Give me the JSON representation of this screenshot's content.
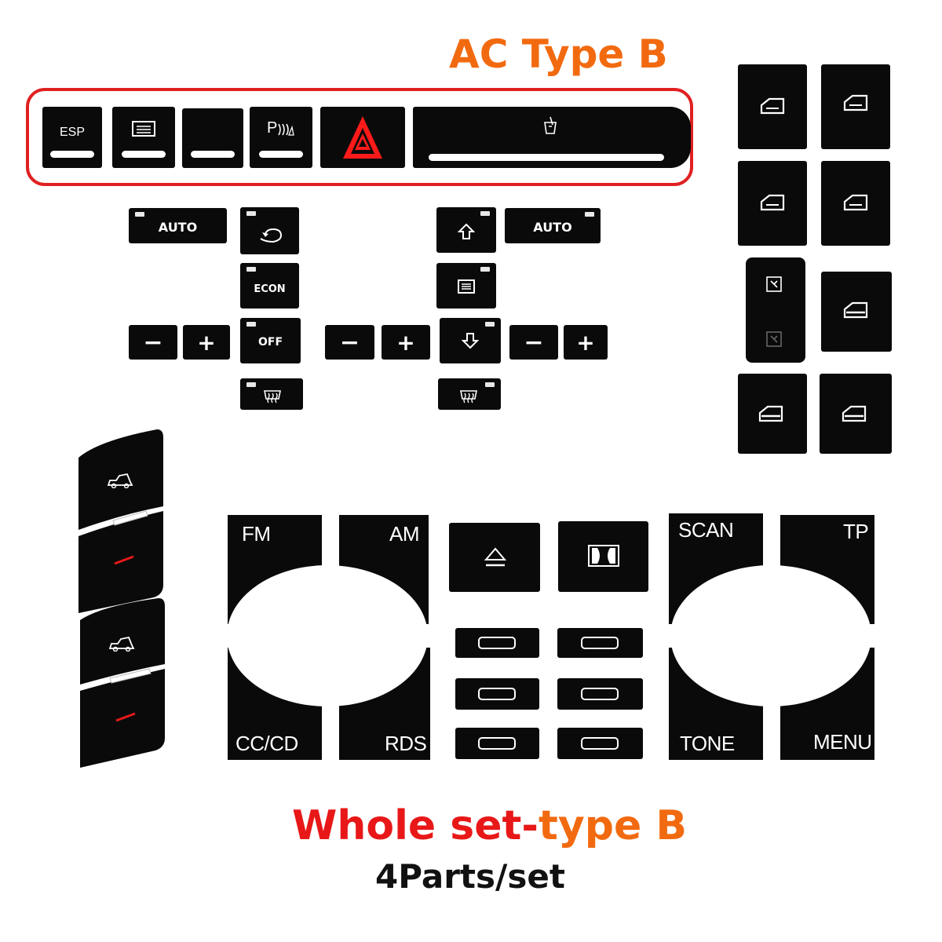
{
  "header": {
    "title": "AC Type B",
    "title_color": "#f26a10",
    "frame_color": "#e02020"
  },
  "ac_strip": {
    "esp_label": "ESP",
    "park_label": "P"
  },
  "climate": {
    "auto_left": "AUTO",
    "auto_right": "AUTO",
    "econ": "ECON",
    "off": "OFF",
    "minus": "−",
    "plus": "+"
  },
  "radio": {
    "fm": "FM",
    "am": "AM",
    "cc_cd": "CC/CD",
    "rds": "RDS",
    "scan": "SCAN",
    "tp": "TP",
    "tone": "TONE",
    "menu": "MENU"
  },
  "footer": {
    "title_part1": "Whole set-",
    "title_part2": "type B",
    "title_part1_color": "#e81818",
    "title_part2_color": "#f26a10",
    "subtitle": "4Parts/set"
  }
}
